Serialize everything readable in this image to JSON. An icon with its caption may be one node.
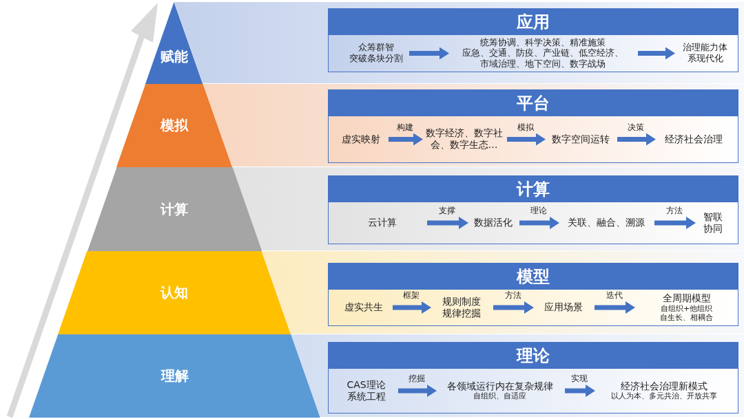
{
  "diagram": {
    "nodes": [
      {
        "text": [
          "赋能"
        ]
      },
      {
        "text": [
          "应用"
        ]
      },
      {
        "text": [
          "众筹群智",
          "突破条块分割"
        ],
        "in": 1
      },
      {
        "text": [
          "统筹协调、科学决策、精准施策",
          "应急、交通、防疫、产业链、低空经济、市域治理、地下空间、数字战场"
        ],
        "in": 1
      },
      {
        "text": [
          "治理能力体系现代化"
        ],
        "in": 1
      },
      {
        "text": [
          "模拟"
        ]
      },
      {
        "text": [
          "平台"
        ]
      },
      {
        "text": [
          "虚实映射"
        ],
        "in": 6
      },
      {
        "text": [
          "数字经济、数字社会、数字生态…"
        ],
        "in": 6
      },
      {
        "text": [
          "数字空间运转"
        ],
        "in": 6
      },
      {
        "text": [
          "经济社会治理"
        ],
        "in": 6
      },
      {
        "text": [
          "计算"
        ]
      },
      {
        "text": [
          "计算"
        ]
      },
      {
        "text": [
          "云计算"
        ],
        "in": 12
      },
      {
        "text": [
          "数据活化"
        ],
        "in": 12
      },
      {
        "text": [
          "关联、融合、溯源"
        ],
        "in": 12
      },
      {
        "text": [
          "智联协同"
        ],
        "in": 12
      },
      {
        "text": [
          "认知"
        ]
      },
      {
        "text": [
          "模型"
        ]
      },
      {
        "text": [
          "虚实共生"
        ],
        "in": 18
      },
      {
        "text": [
          "规则制度",
          "规律挖掘"
        ],
        "in": 18
      },
      {
        "text": [
          "应用场景"
        ],
        "in": 18
      },
      {
        "text": [
          "全周期模型",
          "自组织+他组织",
          "自生长、相耦合"
        ],
        "in": 18
      },
      {
        "text": [
          "理解"
        ]
      },
      {
        "text": [
          "理论"
        ]
      },
      {
        "text": [
          "CAS理论",
          "系统工程"
        ],
        "in": 24
      },
      {
        "text": [
          "各领域运行内在复杂规律",
          "自组织、自适应"
        ],
        "in": 24
      },
      {
        "text": [
          "经济社会治理新模式",
          "以人为本、多元共治、开放共享"
        ],
        "in": 24
      }
    ],
    "edges": [
      {
        "from": 2,
        "to": 3,
        "arrow": "to"
      },
      {
        "from": 3,
        "to": 4,
        "arrow": "to"
      },
      {
        "from": 7,
        "to": 8,
        "arrow": "to",
        "label": "构建"
      },
      {
        "from": 8,
        "to": 9,
        "arrow": "to",
        "label": "模拟"
      },
      {
        "from": 9,
        "to": 10,
        "arrow": "to",
        "label": "决策"
      },
      {
        "from": 13,
        "to": 14,
        "arrow": "to",
        "label": "支撑"
      },
      {
        "from": 14,
        "to": 15,
        "arrow": "to",
        "label": "理论"
      },
      {
        "from": 15,
        "to": 16,
        "arrow": "to",
        "label": "方法"
      },
      {
        "from": 19,
        "to": 20,
        "arrow": "to",
        "label": "框架"
      },
      {
        "from": 20,
        "to": 21,
        "arrow": "to",
        "label": "方法"
      },
      {
        "from": 21,
        "to": 22,
        "arrow": "to",
        "label": "迭代"
      },
      {
        "from": 25,
        "to": 26,
        "arrow": "to",
        "label": "挖掘"
      },
      {
        "from": 26,
        "to": 27,
        "arrow": "to",
        "label": "实现"
      }
    ]
  }
}
